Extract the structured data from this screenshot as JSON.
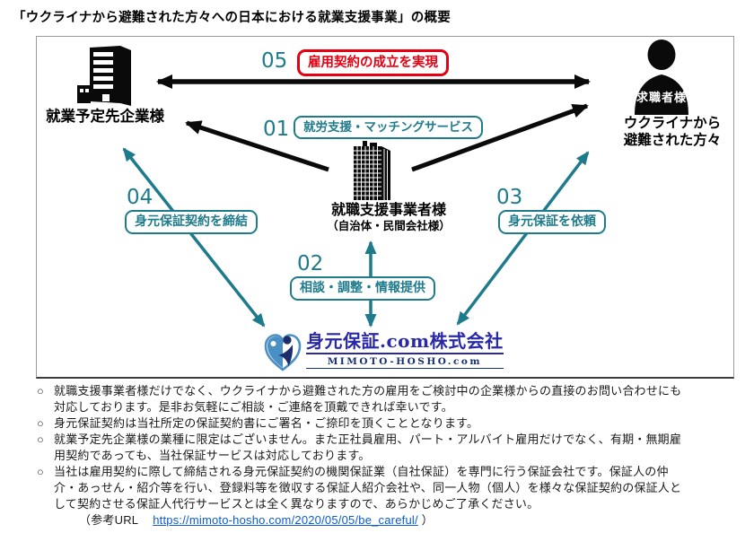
{
  "page": {
    "title": "「ウクライナから避難された方々への日本における就業支援事業」の概要"
  },
  "diagram": {
    "company": {
      "label": "就業予定先企業様"
    },
    "jobseeker": {
      "overlay_label": "求職者様",
      "sublabel_line1": "ウクライナから",
      "sublabel_line2": "避難された方々"
    },
    "agency": {
      "label": "就職支援事業者様",
      "sublabel": "（自治体・民間会社様）"
    },
    "logo": {
      "name": "身元保証.com株式会社",
      "domain": "MIMOTO-HOSHO.com"
    },
    "steps": [
      {
        "num": "01",
        "label": "就労支援・マッチングサービス",
        "style": "teal"
      },
      {
        "num": "02",
        "label": "相談・調整・情報提供",
        "style": "teal"
      },
      {
        "num": "03",
        "label": "身元保証を依頼",
        "style": "teal"
      },
      {
        "num": "04",
        "label": "身元保証契約を締結",
        "style": "teal"
      },
      {
        "num": "05",
        "label": "雇用契約の成立を実現",
        "style": "red"
      }
    ],
    "colors": {
      "teal": "#1e7b8c",
      "red": "#e60012",
      "black": "#111111",
      "logo_blue": "#2828a8",
      "logo_lightblue": "#4a90c4",
      "logo_navy": "#1b2e6b"
    }
  },
  "notes": {
    "marker": "○",
    "items": [
      {
        "text": "就職支援事業者様だけでなく、ウクライナから避難された方の雇用をご検討中の企業様からの直接のお問い合わせにも対応しております。是非お気軽にご相談・ご連絡を頂戴できれば幸いです。"
      },
      {
        "text": "身元保証契約は当社所定の保証契約書にご署名・ご捺印を頂くこととなります。"
      },
      {
        "text": "就業予定先企業様の業種に限定はございません。また正社員雇用、パート・アルバイト雇用だけでなく、有期・無期雇用契約であっても、当社保証サービスは対応しております。"
      },
      {
        "text": "当社は雇用契約に際して締結される身元保証契約の機関保証業（自社保証）を専門に行う保証会社です。保証人の仲介・あっせん・紹介等を行い、登録料等を徴収する保証人紹介会社や、同一人物（個人）を様々な保証契約の保証人として契約させる保証人代行サービスとは全く異なりますので、あらかじめご了承ください。"
      }
    ],
    "reference": {
      "prefix": "（参考URL",
      "url": "https://mimoto-hosho.com/2020/05/05/be_careful/",
      "suffix": "）"
    }
  }
}
